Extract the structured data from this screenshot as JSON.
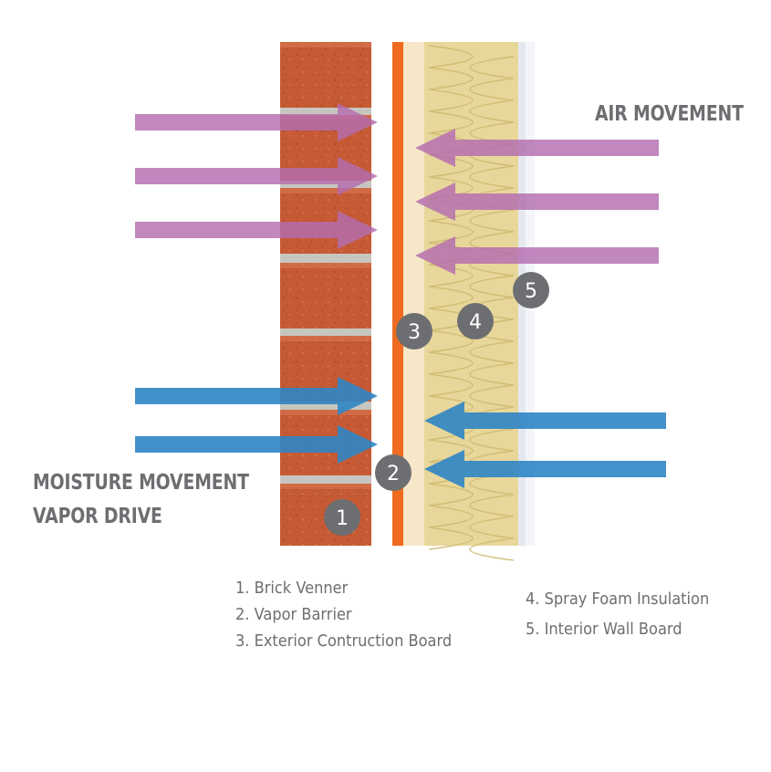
{
  "headings": {
    "air": "AIR MOVEMENT",
    "moisture_1": "MOISTURE MOVEMENT",
    "moisture_2": "VAPOR DRIVE"
  },
  "badges": [
    "1",
    "2",
    "3",
    "4",
    "5"
  ],
  "legend": [
    "1. Brick Venner",
    "2. Vapor Barrier",
    "3. Exterior Contruction Board",
    "4. Spray Foam Insulation",
    "5. Interior Wall Board"
  ],
  "colors": {
    "brick": "#c55a35",
    "mortar": "#c8c6c0",
    "vapor_barrier": "#ef6b1f",
    "board": "#f6e7c8",
    "insulation": "#e8d79a",
    "wall_board": "#e6e8f0",
    "air_arrow": "#b46db0",
    "moisture_arrow": "#2f86c6",
    "badge": "#6d6e71",
    "text": "#6d6e71"
  }
}
